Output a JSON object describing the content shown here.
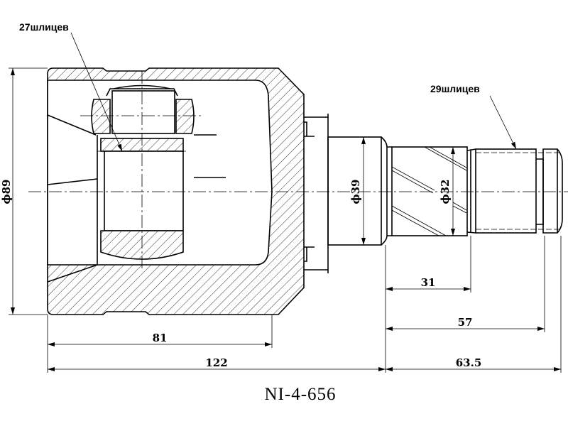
{
  "part_number": "NI-4-656",
  "callouts": {
    "left_splines": "27шлицев",
    "right_splines": "29шлицев"
  },
  "dimensions": {
    "outer_diameter": "ϕ89",
    "shaft_diameter": "ϕ39",
    "spline_diameter": "ϕ32",
    "housing_depth": "81",
    "housing_length": "122",
    "spline_length": "31",
    "shaft_to_groove": "57",
    "shaft_length": "63.5"
  }
}
